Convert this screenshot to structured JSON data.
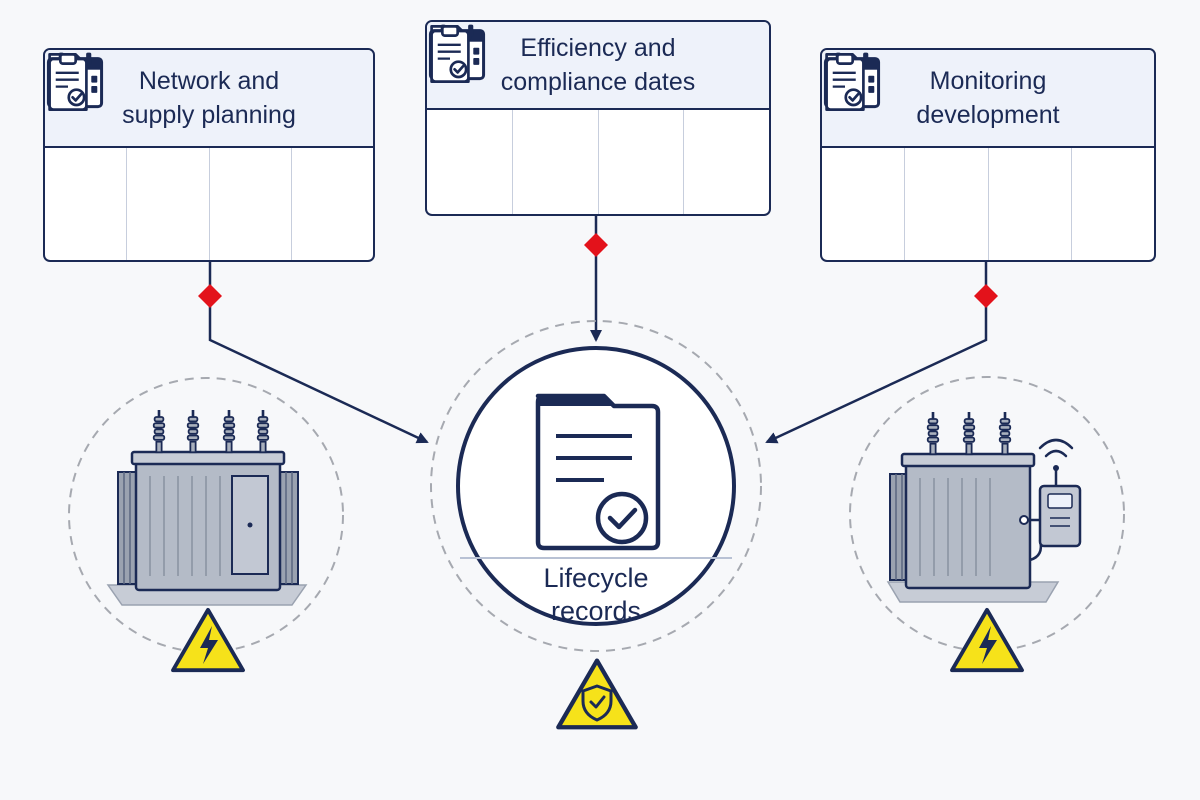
{
  "cards": [
    {
      "title_line1": "Network and",
      "title_line2": "supply planning"
    },
    {
      "title_line1": "Efficiency and",
      "title_line2": "compliance dates"
    },
    {
      "title_line1": "Monitoring",
      "title_line2": "development"
    }
  ],
  "hub": {
    "label_line1": "Lifecycle",
    "label_line2": "records"
  },
  "icons": [
    "document-icon",
    "calendar-icon",
    "wireless-sensor-icon",
    "checklist-icon"
  ],
  "colors": {
    "navy": "#1b2a55",
    "connector_marker": "#e3121b",
    "warning_yellow": "#f6e21a",
    "dashed_circle": "#a6a9b0",
    "transformer_gray": "#9aa2b0"
  }
}
